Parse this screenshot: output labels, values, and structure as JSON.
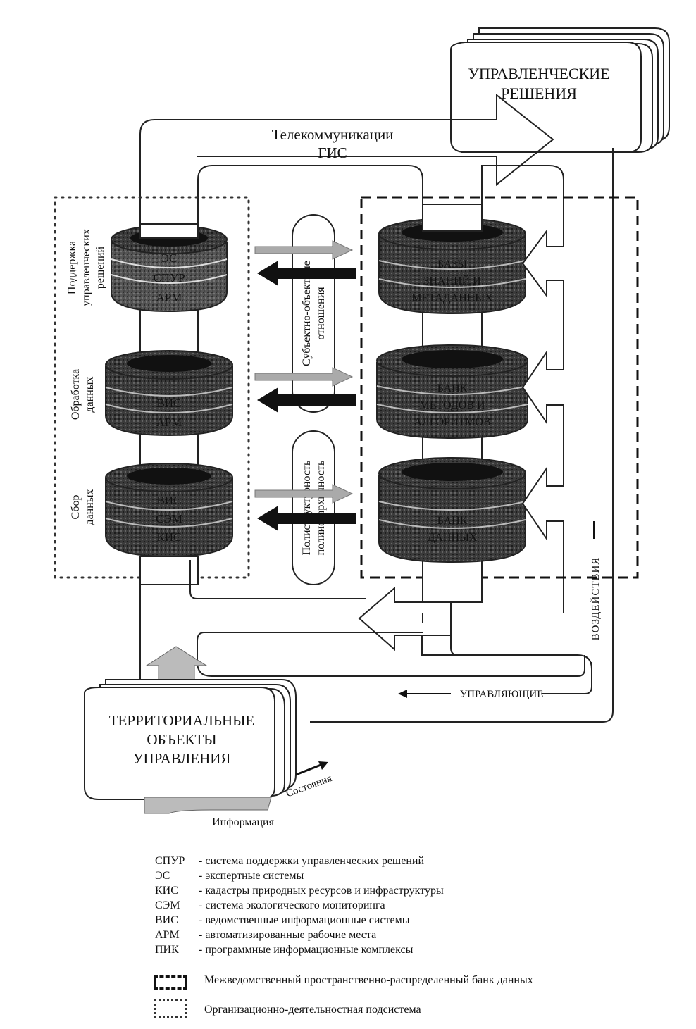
{
  "decisions": {
    "line1": "УПРАВЛЕНЧЕСКИЕ",
    "line2": "РЕШЕНИЯ"
  },
  "telecom": {
    "line1": "Телекоммуникации",
    "line2": "ГИС"
  },
  "left_labels": {
    "support": [
      "Поддержка",
      "управленческих",
      "решений"
    ],
    "processing": [
      "Обработка",
      "данных"
    ],
    "collection": [
      "Сбор",
      "данных"
    ]
  },
  "left_stacks": {
    "top": [
      "ЭС",
      "СПУР",
      "АРМ"
    ],
    "middle": [
      "ВИС",
      "АРМ"
    ],
    "bottom": [
      "ВИС",
      "СЭМ",
      "КИС"
    ]
  },
  "right_stacks": {
    "top": [
      "БАЗЫ",
      "ЗНАНИЙ И",
      "МЕТАДАННЫХ"
    ],
    "middle": [
      "БАНК",
      "МЕТОДОВ И",
      "АЛГОРИТМОВ"
    ],
    "bottom": [
      "БАНК",
      "ДАННЫХ"
    ]
  },
  "center_pills": {
    "top": [
      "Субъектно-объектные",
      "отношения"
    ],
    "bottom": [
      "Полиструктурность",
      "полииерархичность"
    ]
  },
  "impacts": "ВОЗДЕЙСТВИЯ",
  "controlling": "УПРАВЛЯЮЩИЕ",
  "territorial": {
    "line1": "ТЕРРИТОРИАЛЬНЫЕ",
    "line2": "ОБЪЕКТЫ",
    "line3": "УПРАВЛЕНИЯ"
  },
  "states": "Состояния",
  "information": "Информация",
  "legend": [
    {
      "abbr": "СПУР",
      "desc": "- система поддержки управленческих решений"
    },
    {
      "abbr": "ЭС",
      "desc": "- экспертные системы"
    },
    {
      "abbr": "КИС",
      "desc": "- кадастры природных ресурсов и инфраструктуры"
    },
    {
      "abbr": "СЭМ",
      "desc": "- система экологического мониторинга"
    },
    {
      "abbr": "ВИС",
      "desc": "- ведомственные информационные системы"
    },
    {
      "abbr": "АРМ",
      "desc": "- автоматизированные рабочие места"
    },
    {
      "abbr": "ПИК",
      "desc": "- программные информационные комплексы"
    }
  ],
  "legend_dashed": "Межведомственный пространственно-распределенный банк данных",
  "legend_dotted": "Организационно-деятельностная подсистема"
}
